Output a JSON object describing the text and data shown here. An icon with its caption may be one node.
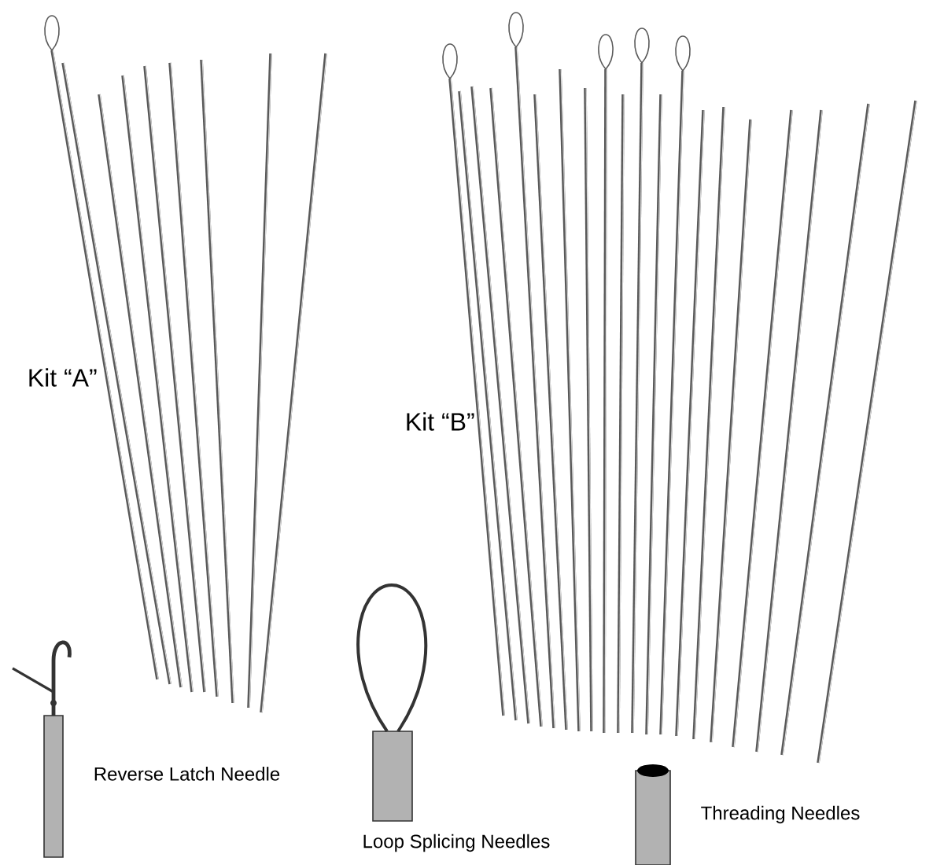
{
  "diagram": {
    "labels": [
      "Kit “A”",
      "Kit “B”",
      "Reverse Latch Needle",
      "Loop Splicing Needles",
      "Threading Needles"
    ]
  }
}
